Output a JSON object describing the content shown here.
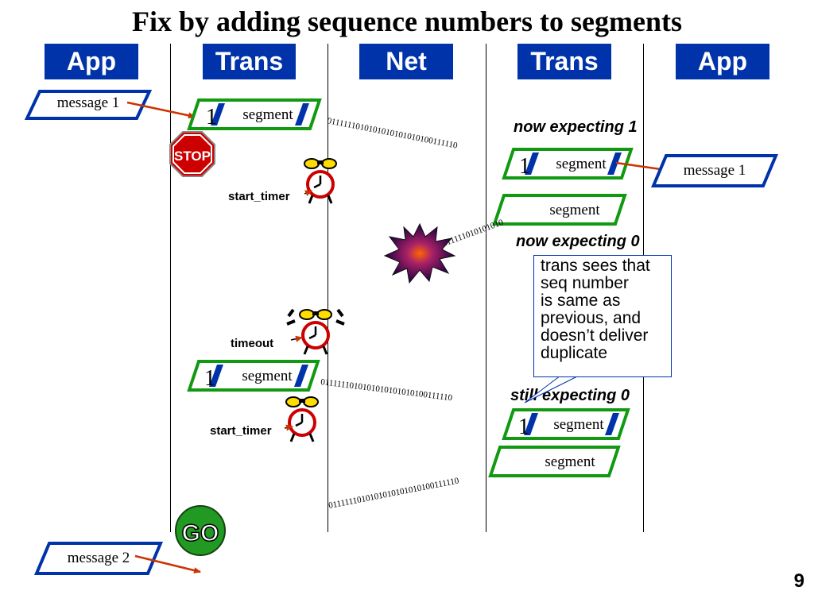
{
  "title": "Fix by adding sequence numbers to segments",
  "layers": [
    "App",
    "Trans",
    "Net",
    "Trans",
    "App"
  ],
  "page_number": "9",
  "messages": {
    "msg1_sender": "message 1",
    "msg1_receiver": "message 1",
    "msg2_sender": "message 2"
  },
  "segments": {
    "seg_label": "segment",
    "seq_one": "1"
  },
  "bits": {
    "long": "0111111010101010101010100111110",
    "short": "0111111010101010"
  },
  "signs": {
    "stop": "STOP",
    "go": "GO"
  },
  "labels": {
    "start_timer": "start_timer",
    "timeout": "timeout",
    "now_expecting_1": "now expecting 1",
    "now_expecting_0": "now expecting 0",
    "still_expecting_0": "still expecting 0"
  },
  "callout_lines": [
    "trans sees that",
    "seq number",
    "is same as",
    "previous, and",
    "doesn’t deliver",
    "duplicate"
  ],
  "colors": {
    "header_blue": "#0033aa",
    "segment_green": "#119911",
    "arrow_red": "#cc3300",
    "stop_red": "#cc0000",
    "go_green": "#229922"
  }
}
